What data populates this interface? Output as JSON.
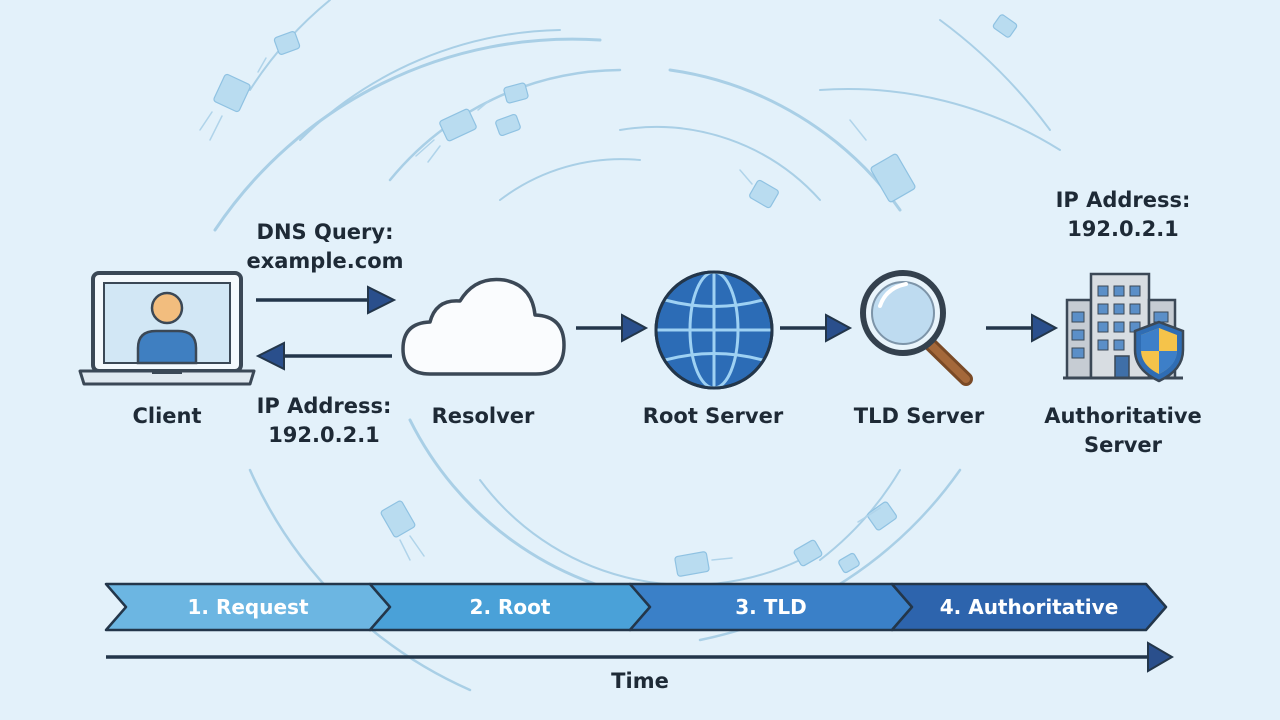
{
  "nodes": {
    "client": "Client",
    "resolver": "Resolver",
    "root": "Root Server",
    "tld": "TLD Server",
    "authoritative_line1": "Authoritative",
    "authoritative_line2": "Server"
  },
  "messages": {
    "query_line1": "DNS Query:",
    "query_line2": "example.com",
    "answer_label": "IP Address:",
    "answer_value": "192.0.2.1",
    "auth_label": "IP Address:",
    "auth_value": "192.0.2.1"
  },
  "timeline": {
    "stages": [
      "1. Request",
      "2. Root",
      "3. TLD",
      "4. Authoritative"
    ],
    "axis_label": "Time"
  },
  "colors": {
    "stage_1": "#6cb6e2",
    "stage_2": "#4aa1d8",
    "stage_3": "#3a80c8",
    "stage_4": "#2d64ad",
    "arrow": "#2a4f8c",
    "outline": "#2b3a4a"
  }
}
